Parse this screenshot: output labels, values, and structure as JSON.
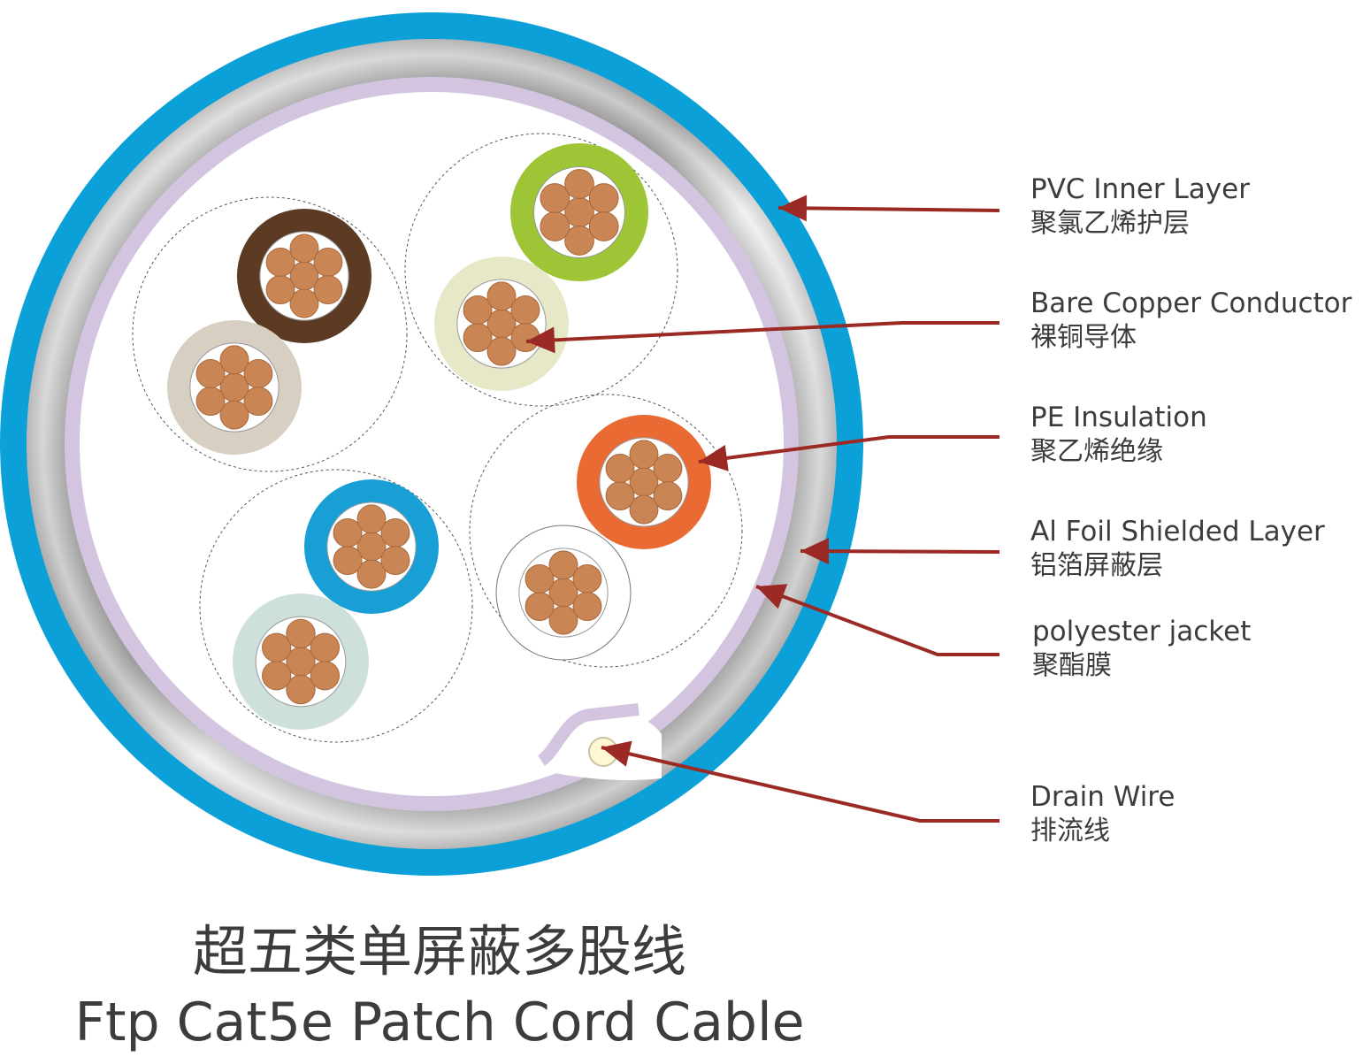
{
  "colors": {
    "outer_jacket": "#0ba0d8",
    "foil": "#c8c8c8",
    "polyester": "#d3c4e0",
    "copper": "#c98553",
    "arrow": "#9b2a25",
    "text": "#3c3c3c"
  },
  "labels": [
    {
      "en": "PVC Inner Layer",
      "cn": "聚氯乙烯护层"
    },
    {
      "en": "Bare Copper Conductor",
      "cn": "裸铜导体"
    },
    {
      "en": "PE Insulation",
      "cn": "聚乙烯绝缘"
    },
    {
      "en": "Al Foil Shielded Layer",
      "cn": "铝箔屏蔽层"
    },
    {
      "en": "polyester jacket",
      "cn": "聚酯膜"
    },
    {
      "en": "Drain Wire",
      "cn": "排流线"
    }
  ],
  "wires": [
    {
      "color": "#5c3a24"
    },
    {
      "color": "#d6cfc2"
    },
    {
      "color": "#9dc536"
    },
    {
      "color": "#e6e8c8"
    },
    {
      "color": "#ea6a33"
    },
    {
      "color": "#ffffff"
    },
    {
      "color": "#179fd6"
    },
    {
      "color": "#cde0dc"
    }
  ],
  "title": {
    "cn": "超五类单屏蔽多股线",
    "en": "Ftp Cat5e Patch Cord Cable"
  }
}
